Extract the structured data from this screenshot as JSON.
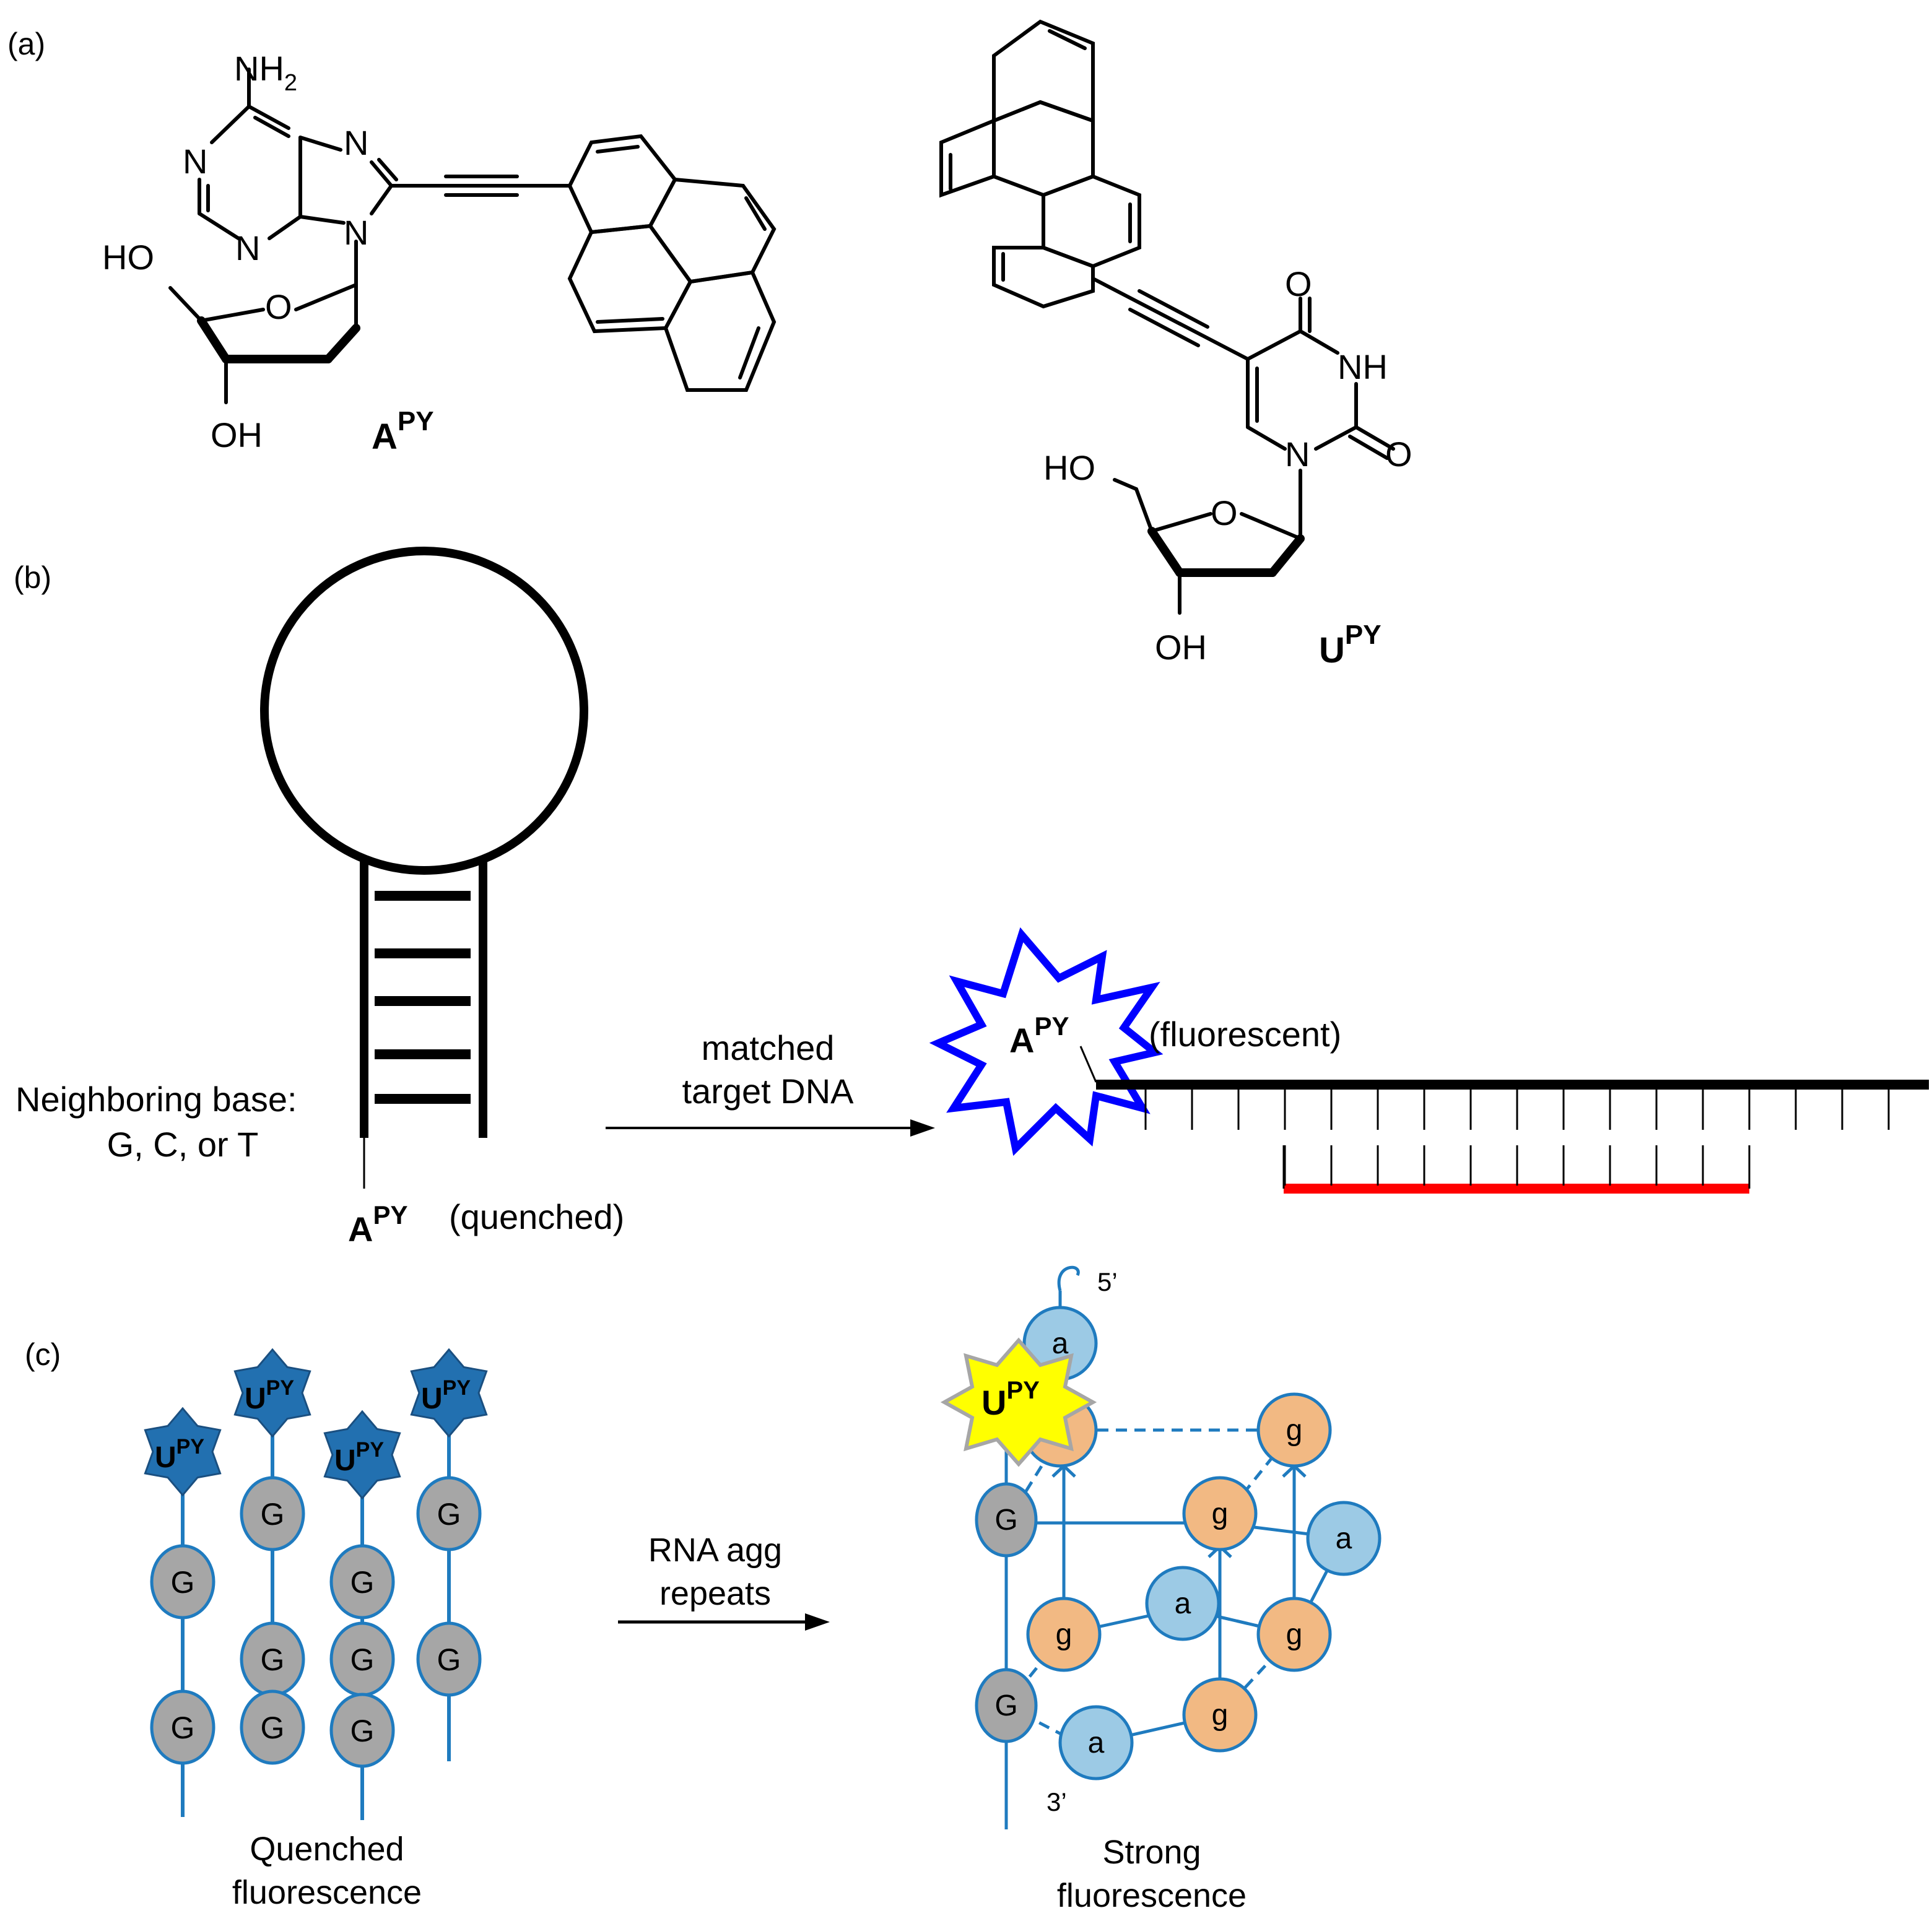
{
  "panels": {
    "a": "(a)",
    "b": "(b)",
    "c": "(c)"
  },
  "structures": {
    "apy": {
      "amine": "NH",
      "amine_sub": "2",
      "n1": "N",
      "n3": "N",
      "n7": "N",
      "n9": "N",
      "ho": "HO",
      "ring_o": "O",
      "oh": "OH",
      "name_base": "A",
      "name_sup": "PY"
    },
    "upy": {
      "o4": "O",
      "nh": "NH",
      "o2": "O",
      "n1": "N",
      "ho": "HO",
      "ring_o": "O",
      "oh": "OH",
      "name_base": "U",
      "name_sup": "PY"
    }
  },
  "panel_b": {
    "neighbor_line1": "Neighboring base:",
    "neighbor_line2": "G, C, or T",
    "apy_base": "A",
    "apy_sup": "PY",
    "quenched": "(quenched)",
    "arrow_line1": "matched",
    "arrow_line2": "target DNA",
    "burst_base": "A",
    "burst_sup": "PY",
    "fluorescent": "(fluorescent)"
  },
  "panel_c": {
    "left_strand_bases": [
      [
        "G",
        "G"
      ],
      [
        "G",
        "G",
        "G"
      ],
      [
        "G",
        "G",
        "G"
      ],
      [
        "G",
        "G"
      ]
    ],
    "upy_base": "U",
    "upy_sup": "PY",
    "quenched_line1": "Quenched",
    "quenched_line2": "fluorescence",
    "arrow_line1": "RNA agg",
    "arrow_line2": "repeats",
    "prime5": "5’",
    "prime3": "3’",
    "strong_line1": "Strong",
    "strong_line2": "fluorescence",
    "g_lower": "g",
    "a_lower": "a",
    "g_upper": "G"
  },
  "colors": {
    "strand_blue": "#1f7bbf",
    "grey_base": "#a6a6a6",
    "orange_base": "#f2b983",
    "lightblue_base": "#9ccae5",
    "star_blue": "#2270b0",
    "star_yellow": "#ffff00",
    "burst_outline": "#0000ff",
    "target_red": "#ff0000"
  }
}
